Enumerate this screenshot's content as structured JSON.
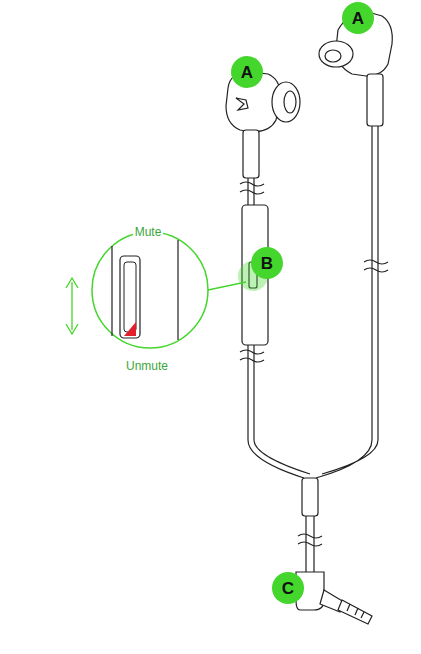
{
  "diagram": {
    "nodes": [
      {
        "text": [
          "A"
        ]
      },
      {
        "text": [
          "A"
        ]
      },
      {
        "text": [
          "B"
        ]
      },
      {
        "text": [
          "C"
        ]
      }
    ],
    "labels": [
      "Mute",
      "Unmute"
    ]
  }
}
